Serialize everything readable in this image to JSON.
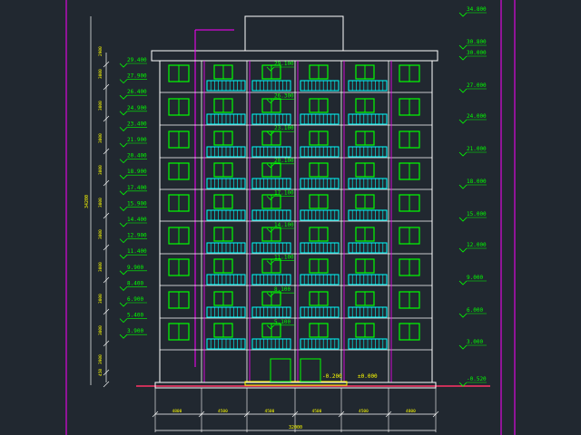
{
  "colors": {
    "background": "#212830",
    "outline": "#ffffff",
    "window": "#00ff00",
    "balcony": "#00ffff",
    "magenta": "#ff00ff",
    "label_green": "#00ff00",
    "label_yellow": "#ffff00",
    "door": "#00ff00",
    "ground": "#ff3366"
  },
  "left_levels": [
    "29.400",
    "27.900",
    "26.400",
    "24.900",
    "23.400",
    "21.900",
    "20.400",
    "18.900",
    "17.400",
    "15.900",
    "14.400",
    "12.900",
    "11.400",
    "9.900",
    "8.400",
    "6.900",
    "5.400",
    "3.900"
  ],
  "right_levels": [
    "34.800",
    "30.800",
    "30.000",
    "27.000",
    "24.000",
    "21.000",
    "18.000",
    "15.000",
    "12.000",
    "9.000",
    "6.000",
    "3.000",
    "-0.520"
  ],
  "center_levels": [
    "29.100",
    "26.300",
    "23.100",
    "20.100",
    "17.100",
    "14.100",
    "11.100",
    "8.100",
    "5.100"
  ],
  "ground_labels": [
    "-0.200",
    "±0.000"
  ],
  "left_dims": [
    "3900",
    "3000",
    "3000",
    "3000",
    "3000",
    "3000",
    "3000",
    "3000",
    "3000",
    "3000",
    "2900",
    "450"
  ],
  "left_total": "34200",
  "bottom_dims": [
    "4800",
    "4500",
    "4500",
    "4500",
    "4500",
    "4800"
  ],
  "bottom_total": "32000"
}
